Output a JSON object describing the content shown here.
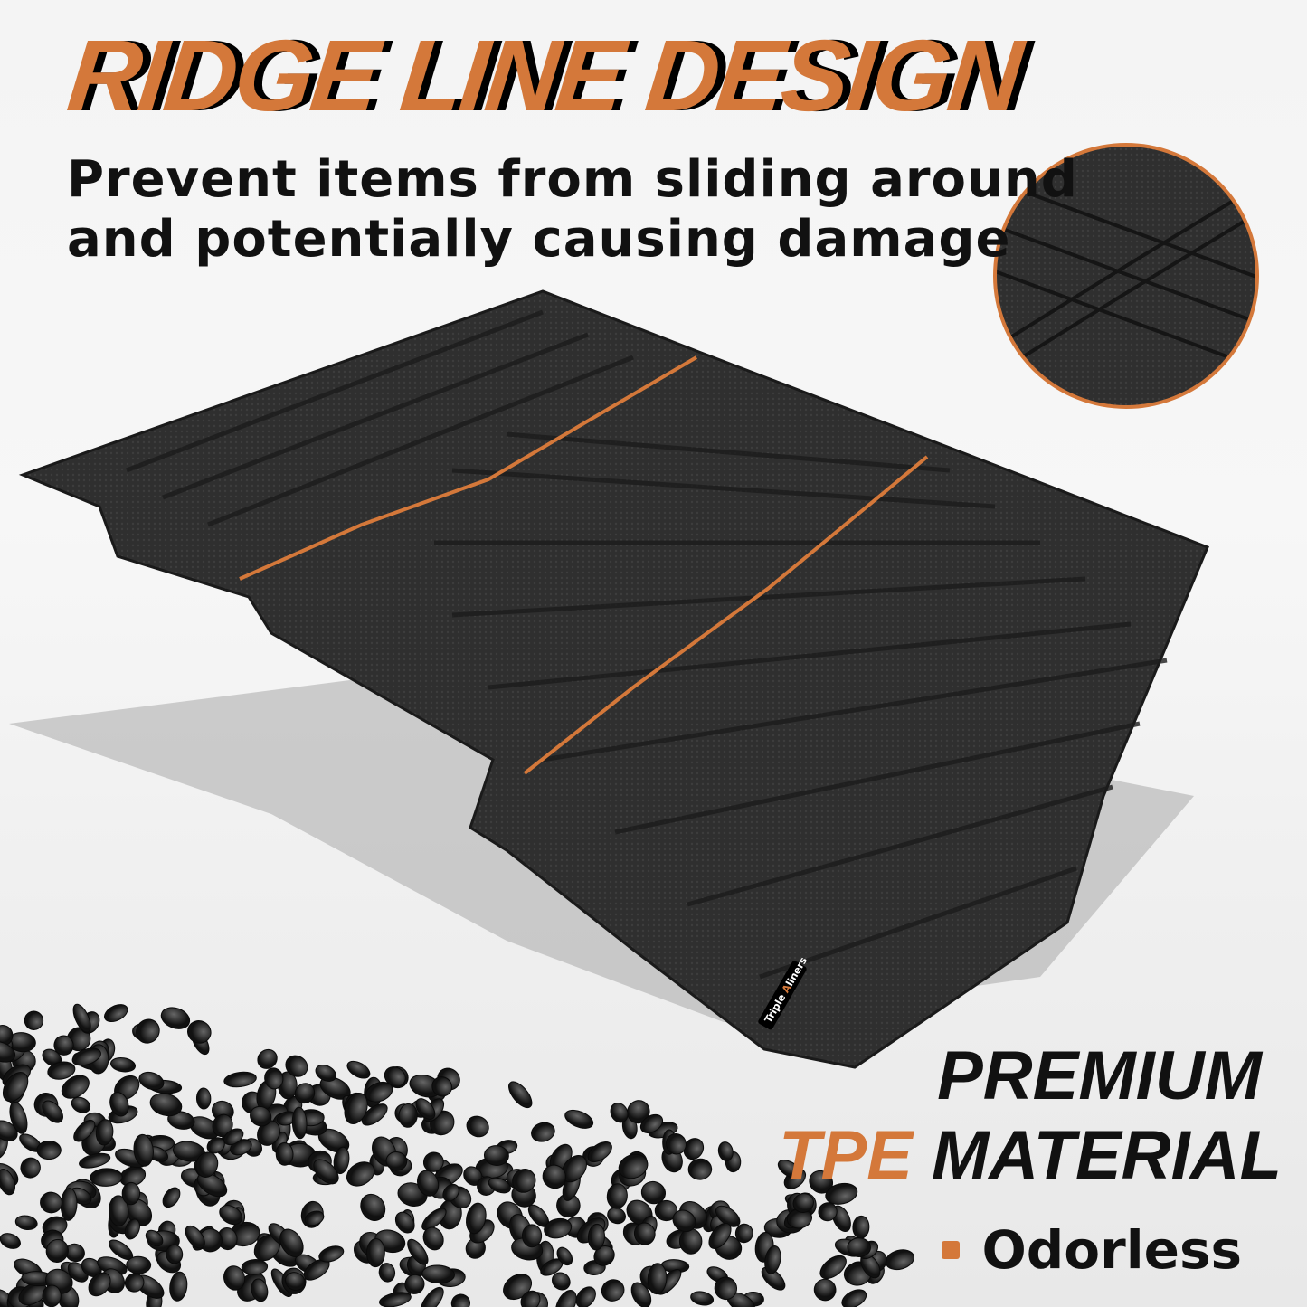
{
  "headline": "RIDGE LINE DESIGN",
  "subheadline": {
    "line1": "Prevent items from sliding around",
    "line2": "and potentially causing damage"
  },
  "brand_logo": "Triple Aliners",
  "material": {
    "line1": "PREMIUM",
    "accent": "TPE",
    "line2_rest": "MATERIAL",
    "features": [
      "Odorless"
    ]
  },
  "colors": {
    "accent": "#d4783a",
    "text": "#111111",
    "mat": "#2e2e2e"
  }
}
